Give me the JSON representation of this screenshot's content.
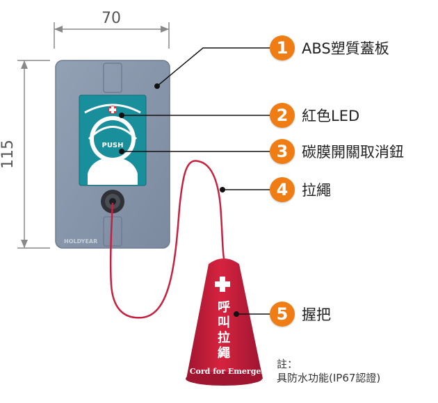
{
  "dimensions": {
    "width_label": "70",
    "height_label": "115"
  },
  "device": {
    "button_text": "PUSH",
    "brand_text": "HOLDYEAR"
  },
  "handle": {
    "vertical_text": [
      "呼",
      "叫",
      "拉",
      "繩"
    ],
    "bottom_text": "ll Cord for Emergen"
  },
  "callouts": [
    {
      "number": "1",
      "label": "ABS塑質蓋板"
    },
    {
      "number": "2",
      "label": "紅色LED"
    },
    {
      "number": "3",
      "label": "碳膜開關取消鈕"
    },
    {
      "number": "4",
      "label": "拉繩"
    },
    {
      "number": "5",
      "label": "握把"
    }
  ],
  "note": {
    "title": "註：",
    "text": "具防水功能(IP67認證)"
  },
  "colors": {
    "plate": "#8795aa",
    "panel": "#1a8f9c",
    "cord": "#c8203f",
    "handle": "#cc1f3c",
    "badge": "#ef7d14"
  }
}
